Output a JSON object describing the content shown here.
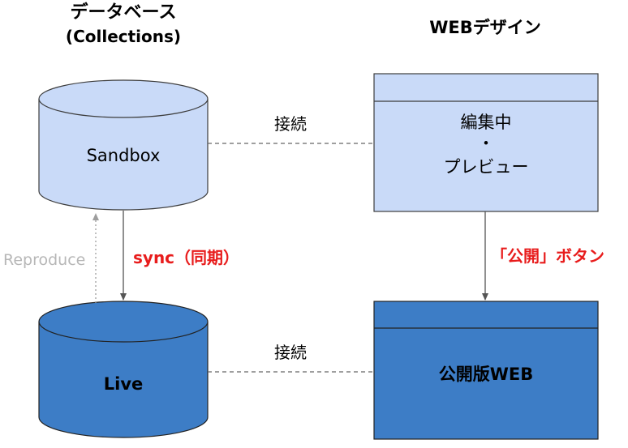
{
  "headers": {
    "database_line1": "データベース",
    "database_line2": "(Collections)",
    "web_design": "WEBデザイン"
  },
  "nodes": {
    "sandbox": {
      "label": "Sandbox",
      "fill": "#c9daf8",
      "stroke": "#3c3c3c"
    },
    "live": {
      "label": "Live",
      "fill": "#3d7dc6",
      "stroke": "#222222"
    },
    "preview": {
      "line1": "編集中",
      "line2": "・",
      "line3": "プレビュー",
      "fill": "#c9daf8"
    },
    "published": {
      "label": "公開版WEB",
      "fill": "#3d7dc6"
    }
  },
  "edges": {
    "connect_top": "接続",
    "connect_bottom": "接続",
    "sync": "sync（同期）",
    "reproduce": "Reproduce",
    "publish_button": "「公開」ボタン"
  },
  "colors": {
    "accent_red": "#e81c1c",
    "muted_gray": "#b7b7b7",
    "line_gray": "#555555"
  }
}
